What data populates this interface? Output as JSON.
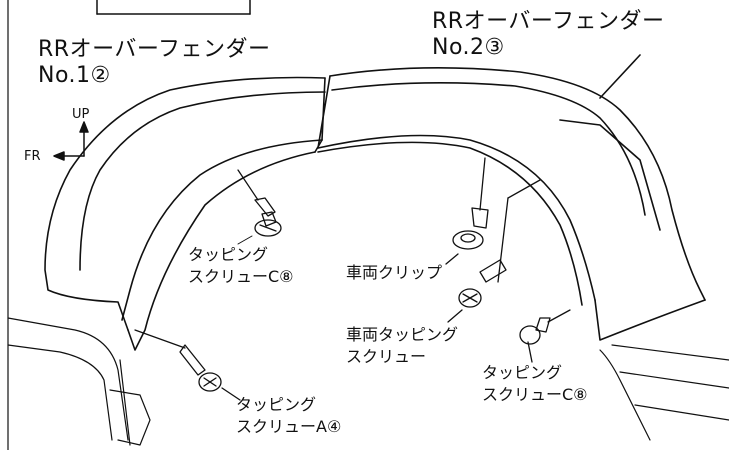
{
  "labels": {
    "rr_fender_no1": {
      "line1": "RRオーバーフェンダー",
      "line2": "No.1②"
    },
    "rr_fender_no2": {
      "line1": "RRオーバーフェンダー",
      "line2": "No.2③"
    },
    "up": "UP",
    "fr": "FR",
    "tapping_screw_c_upper": {
      "line1": "タッピング",
      "line2": "スクリューC⑧"
    },
    "vehicle_clip": "車両クリップ",
    "vehicle_tapping_screw": {
      "line1": "車両タッピング",
      "line2": "スクリュー"
    },
    "tapping_screw_c_lower": {
      "line1": "タッピング",
      "line2": "スクリューC⑧"
    },
    "tapping_screw_a": {
      "line1": "タッピング",
      "line2": "スクリューA④"
    }
  },
  "colors": {
    "line": "#111111",
    "background": "#ffffff"
  }
}
